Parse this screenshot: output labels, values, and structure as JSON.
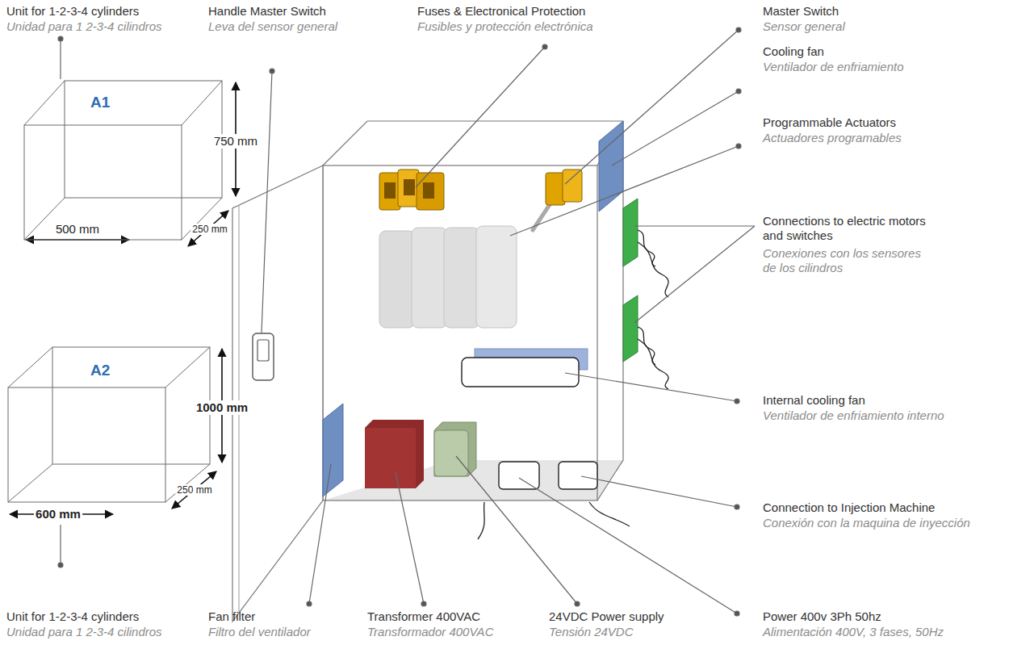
{
  "diagram": {
    "nodes": [
      {
        "text": [
          "A1"
        ]
      },
      {
        "text": [
          "A2"
        ]
      }
    ],
    "labels": [
      "Unit for 1-2-3-4 cylinders",
      "Unidad para 1 2-3-4 cilindros",
      "Handle Master Switch",
      "Leva del sensor general",
      "Fuses & Electronical Protection",
      "Fusibles y protección electrónica",
      "Master Switch",
      "Sensor general",
      "Cooling fan",
      "Ventilador de enfriamiento",
      "Programmable Actuators",
      "Actuadores programables",
      "750 mm",
      "250 mm",
      "500 mm",
      "Connections to electric motors and switches",
      "Conexiones con los sensores de los cilindros",
      "1000 mm",
      "250 mm",
      "600 mm",
      "Internal cooling fan",
      "Ventilador de enfriamiento interno",
      "Connection to Injection Machine",
      "Conexión con la maquina de inyección",
      "Unit for 1-2-3-4 cylinders",
      "Unidad para 1 2-3-4 cilindros",
      "Fan filter",
      "Filtro del ventilador",
      "Transformer 400VAC",
      "Transformador 400VAC",
      "24VDC Power supply",
      "Tensión 24VDC",
      "Power 400v 3Ph 50hz",
      "Alimentación 400V, 3 fases, 50Hz"
    ]
  }
}
